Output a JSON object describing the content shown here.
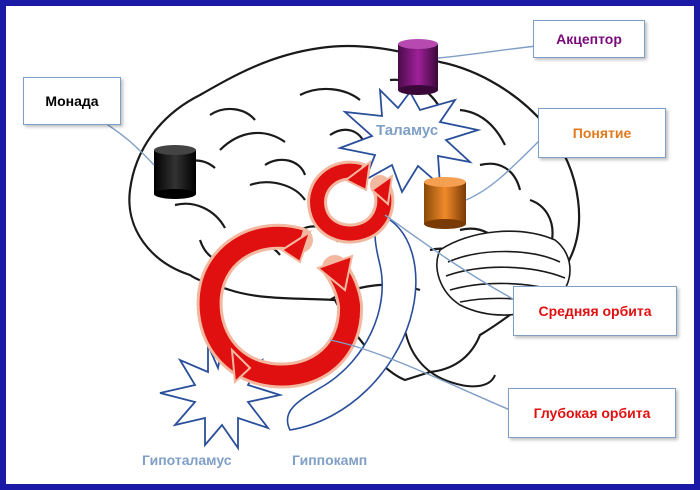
{
  "labels": {
    "acceptor": "Акцептор",
    "monad": "Монада",
    "concept": "Понятие",
    "thalamus": "Таламус",
    "middle_orbit": "Средняя орбита",
    "deep_orbit": "Глубокая орбита",
    "hypothalamus": "Гипоталамус",
    "hippocampus": "Гиппокамп"
  },
  "colors": {
    "frame": "#1a1aa6",
    "acceptor": "#7a0a7a",
    "monad": "#000000",
    "concept": "#e07a1e",
    "orbit": "#e01010",
    "muted_label": "#7f9fc7",
    "star_stroke": "#2a4f9a"
  }
}
